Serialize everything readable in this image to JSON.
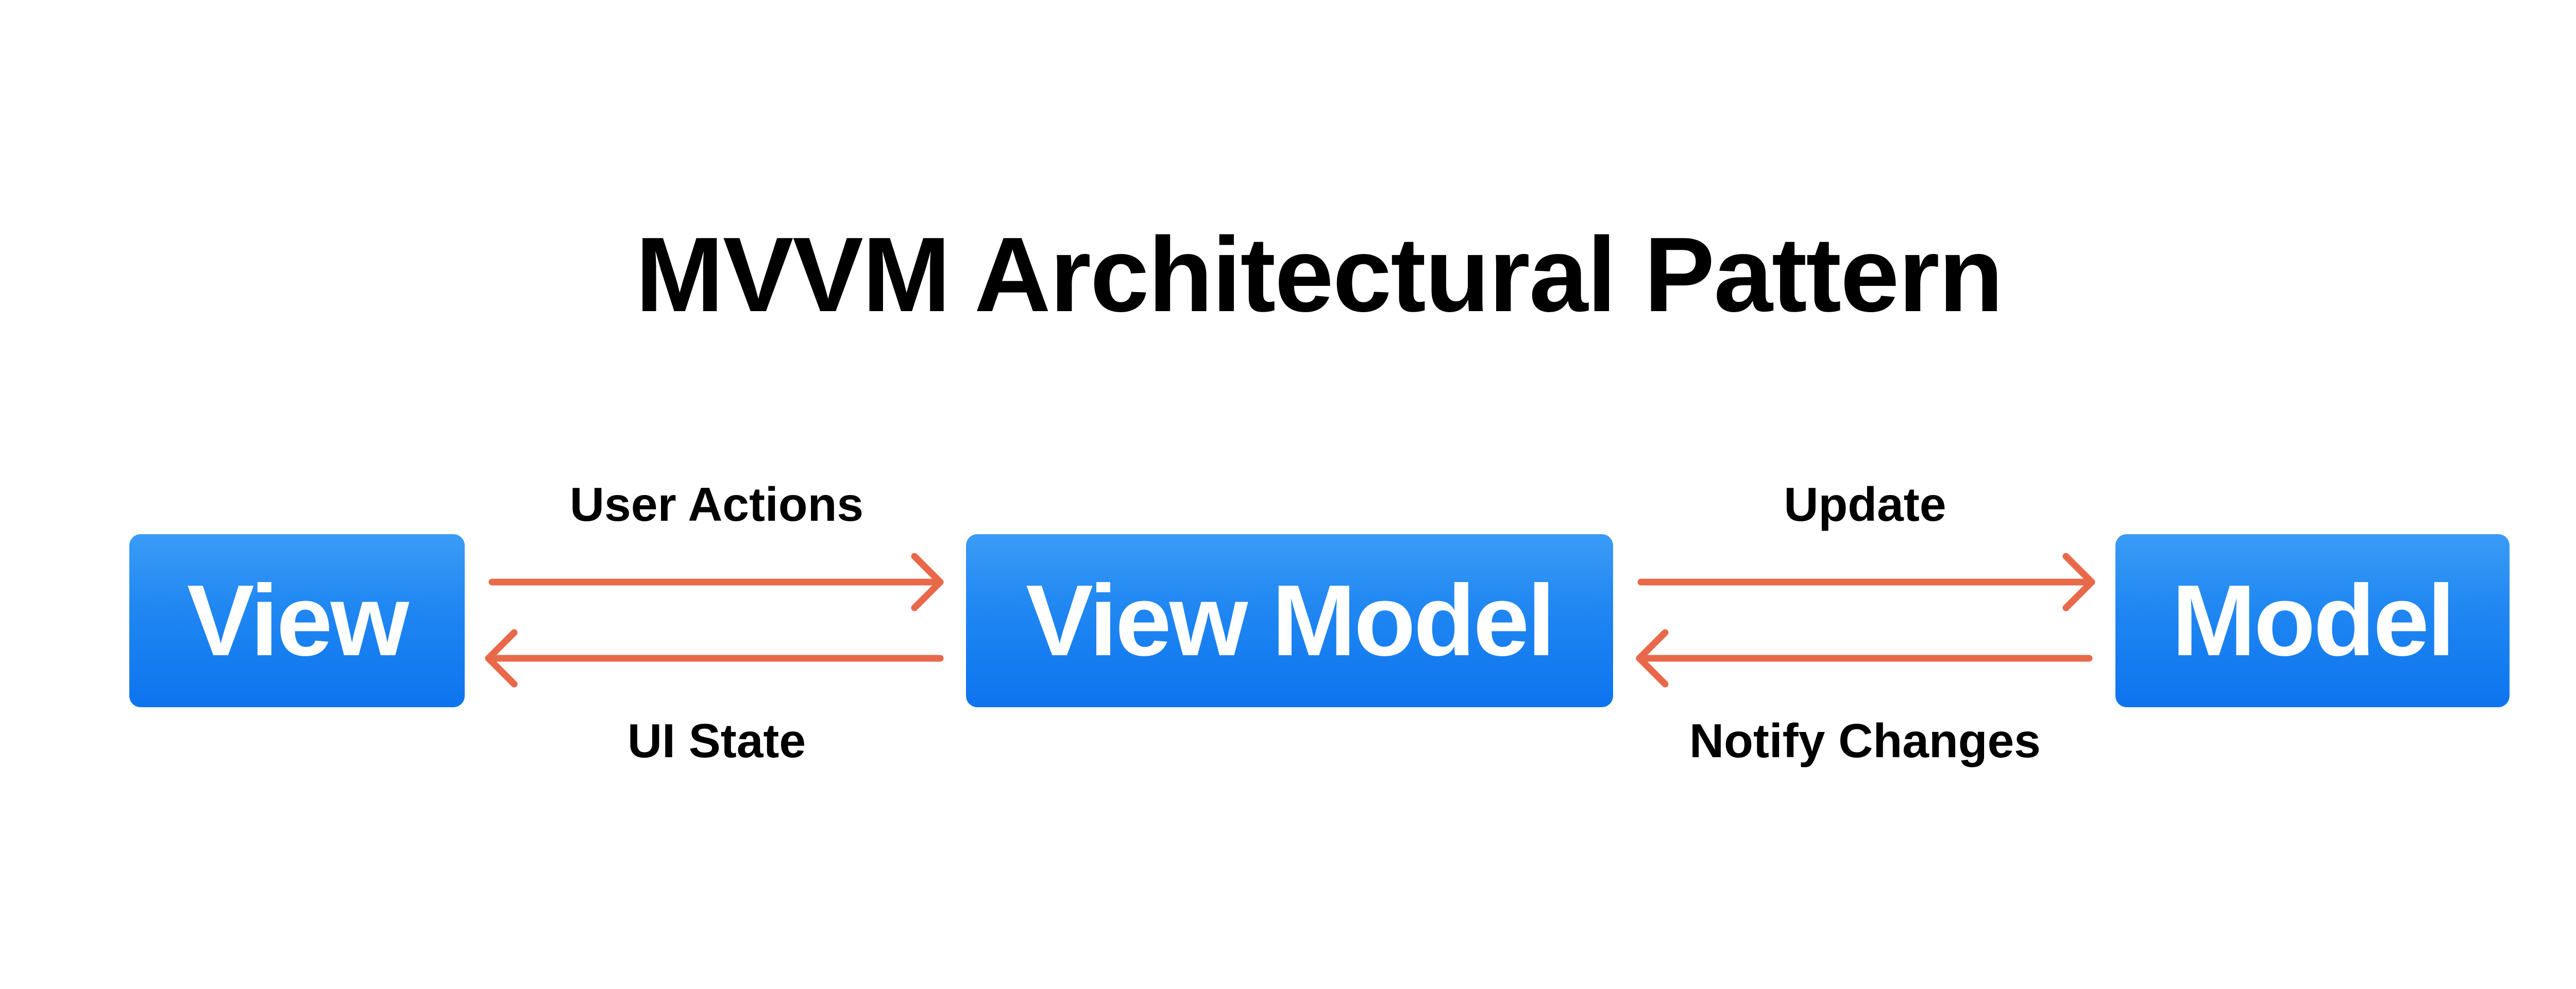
{
  "title": "MVVM Architectural Pattern",
  "nodes": {
    "view": "View",
    "view_model": "View Model",
    "model": "Model"
  },
  "edges": {
    "user_actions": "User Actions",
    "ui_state": "UI State",
    "update": "Update",
    "notify_changes": "Notify Changes"
  },
  "colors": {
    "node_fill": "#1f86f2",
    "node_text": "#ffffff",
    "arrow": "#e8694a",
    "text": "#000000",
    "background": "#ffffff"
  }
}
